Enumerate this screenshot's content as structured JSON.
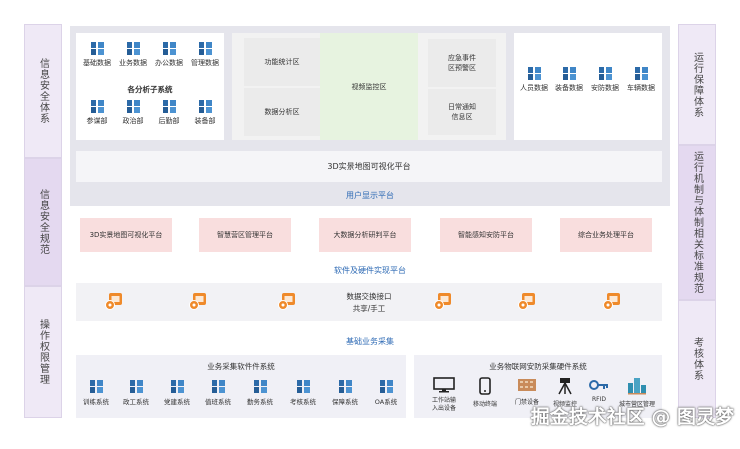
{
  "side_left": [
    "信息安全体系",
    "信息安全规范",
    "操作权限管理"
  ],
  "side_right": [
    "运行保障体系",
    "运行机制与体制相关标准规范",
    "考核体系"
  ],
  "top_left": {
    "icons_row1": [
      "基础数据",
      "业务数据",
      "办公数据",
      "管理数据"
    ],
    "subtitle": "各分析子系统",
    "icons_row2": [
      "参谋部",
      "政治部",
      "后勤部",
      "装备部"
    ]
  },
  "top_middle": {
    "stats": "功能统计区",
    "analysis": "数据分析区",
    "video": "视频监控区",
    "emergency": "应急事件区预警区",
    "notice": "日常通知信息区"
  },
  "top_right_icons": [
    "人员数据",
    "装备数据",
    "安防数据",
    "车辆数据"
  ],
  "platform_3d": "3D实景地图可视化平台",
  "user_display": "用户显示平台",
  "pink_boxes": [
    "3D实景地图可视化平台",
    "智慧营区管理平台",
    "大数据分析研判平台",
    "智能感知安防平台",
    "综合业务处理平台"
  ],
  "sw_hw_platform": "软件及硬件实现平台",
  "exchange_title": "数据交换接口",
  "exchange_sub": "共享/手工",
  "base_collect": "基础业务采集",
  "sw_collect": {
    "title": "业务采集软件件系统",
    "items": [
      "训练系统",
      "政工系统",
      "党建系统",
      "值班系统",
      "勤务系统",
      "考核系统",
      "保障系统",
      "OA系统"
    ]
  },
  "hw_collect": {
    "title": "业务物联网安防采集硬件系统",
    "items": [
      "工作站输入出设备",
      "移动终端",
      "门禁设备",
      "视频监控",
      "RFID",
      "城市营区管理"
    ]
  },
  "watermark": "掘金技术社区 @ 图灵梦",
  "colors": {
    "side": "#efe9f6",
    "side_mid": "#e4d9f0",
    "pink": "#f9dede",
    "blue_text": "#2f6bb5",
    "orange": "#ef8a2a"
  }
}
